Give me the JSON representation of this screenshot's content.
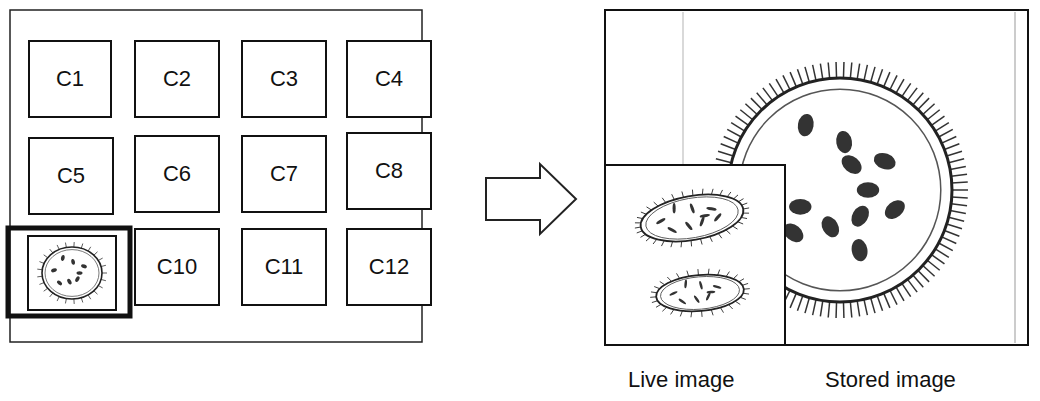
{
  "diagram": {
    "nodes": [
      {
        "text": [
          "C1"
        ]
      },
      {
        "text": [
          "C2"
        ]
      },
      {
        "text": [
          "C3"
        ]
      },
      {
        "text": [
          "C4"
        ]
      },
      {
        "text": [
          "C5"
        ]
      },
      {
        "text": [
          "C6"
        ]
      },
      {
        "text": [
          "C7"
        ]
      },
      {
        "text": [
          "C8"
        ]
      },
      {
        "text": [
          "C10"
        ]
      },
      {
        "text": [
          "C11"
        ]
      },
      {
        "text": [
          "C12"
        ]
      }
    ],
    "labels": [
      "Live image",
      "Stored image"
    ]
  }
}
